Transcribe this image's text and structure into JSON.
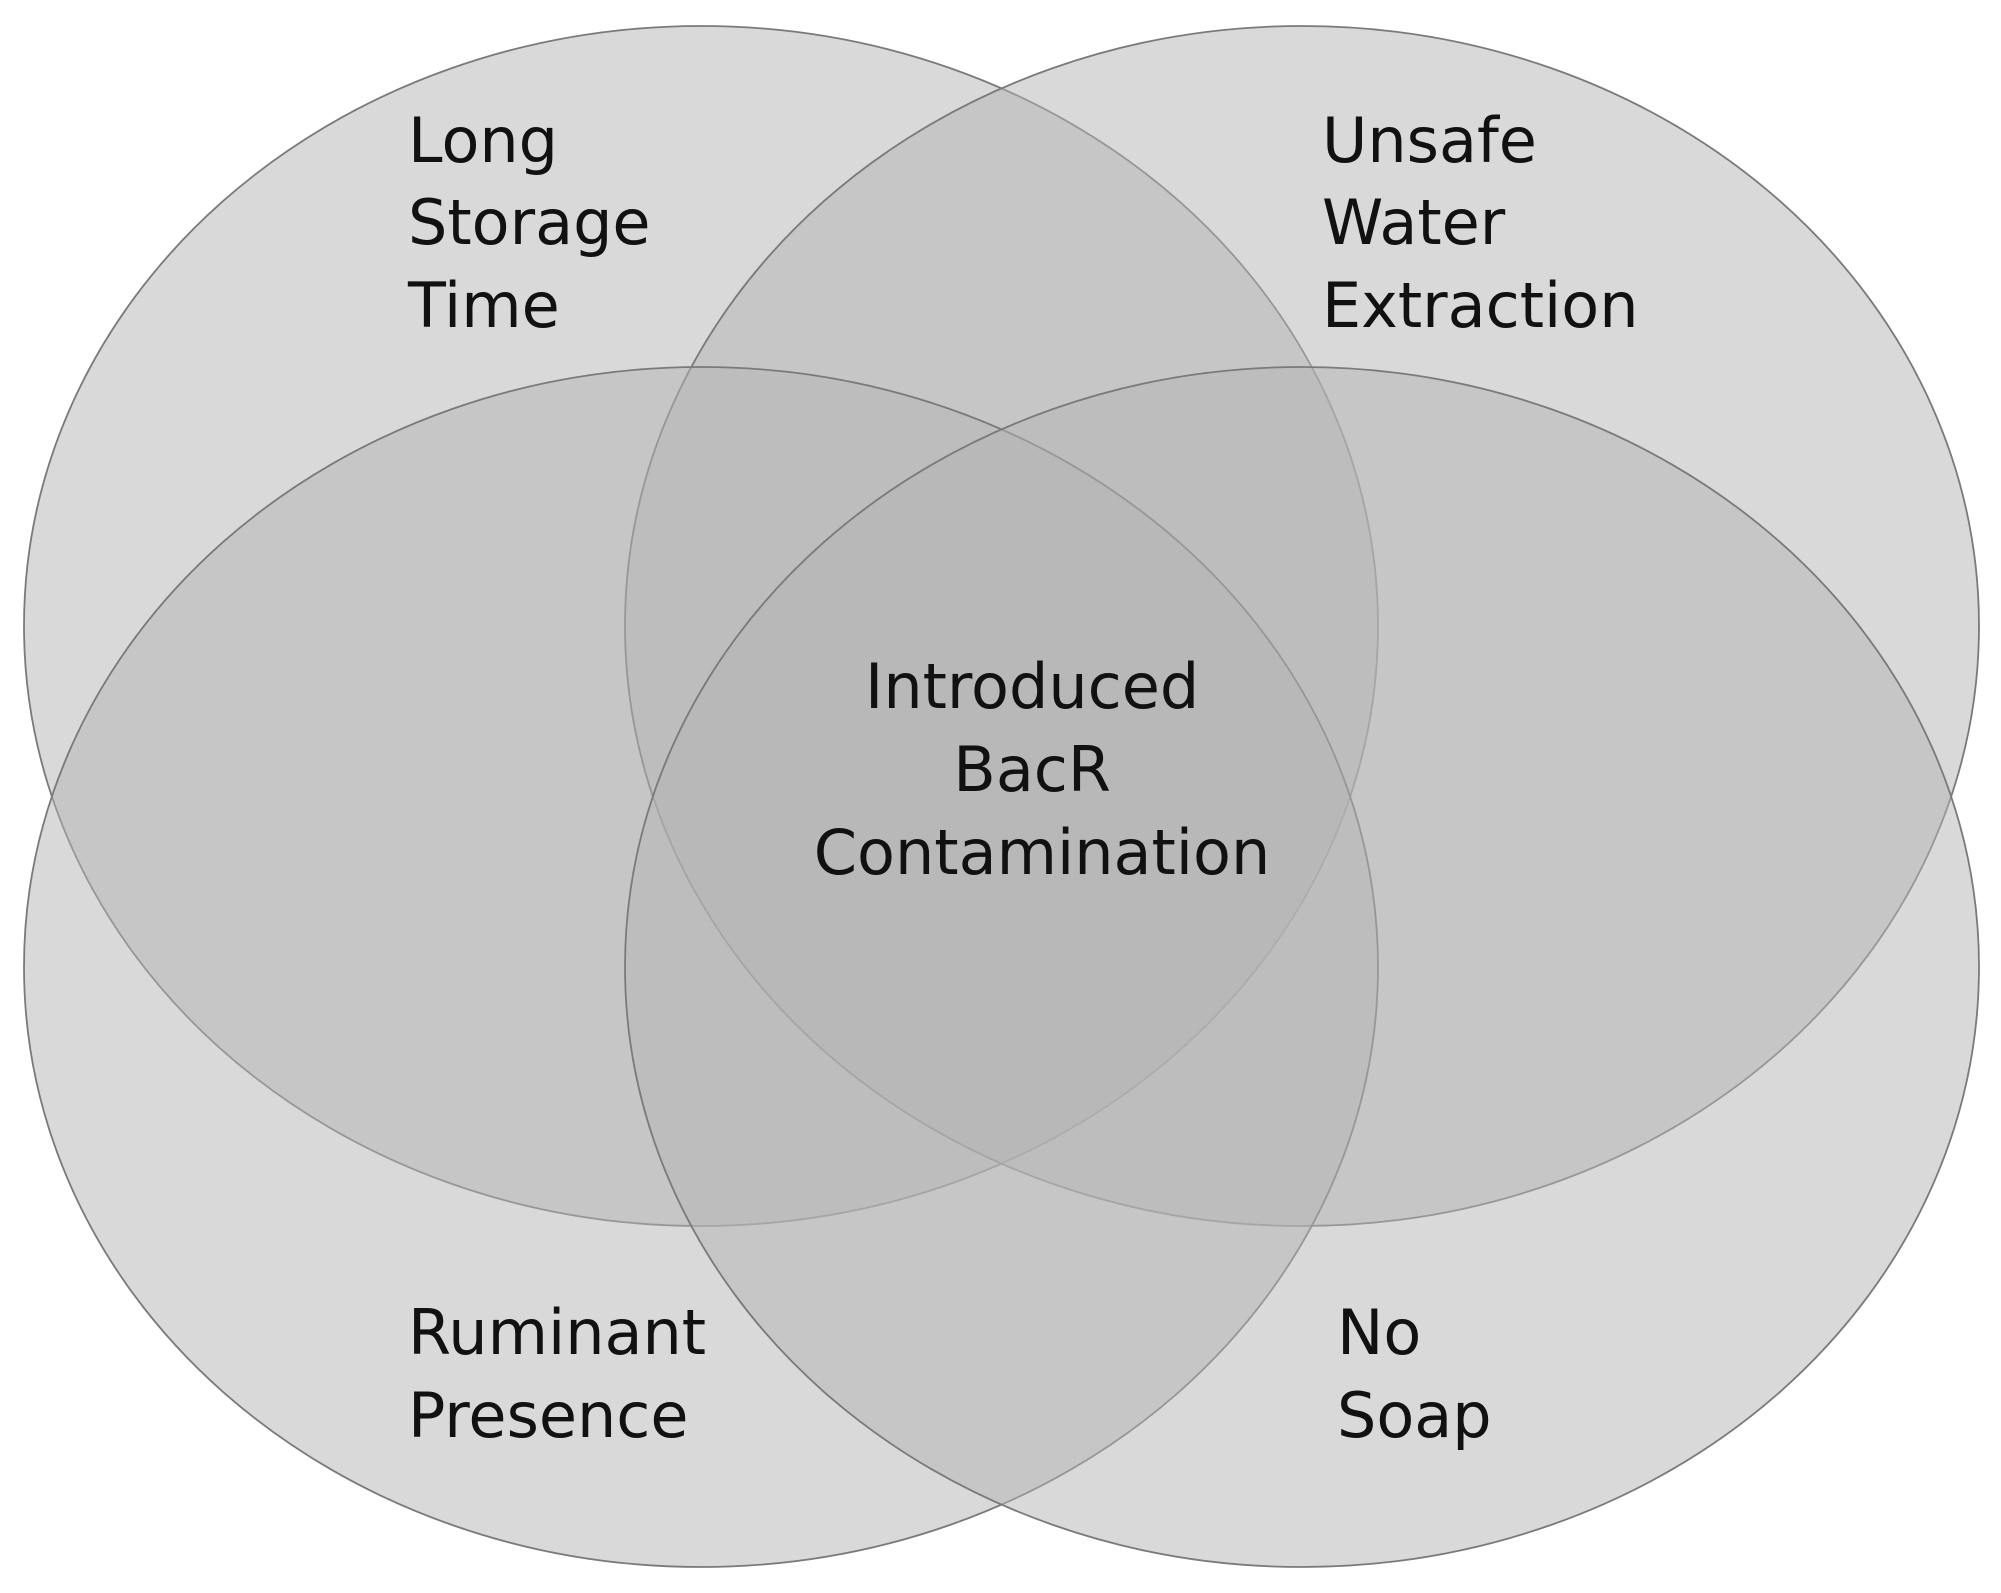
{
  "diagram": {
    "type": "venn",
    "sets": [
      {
        "id": "long-storage-time",
        "lines": [
          "Long",
          "Storage",
          "Time"
        ]
      },
      {
        "id": "unsafe-water-extraction",
        "lines": [
          "Unsafe",
          "Water",
          "Extraction"
        ]
      },
      {
        "id": "ruminant-presence",
        "lines": [
          "Ruminant",
          "Presence"
        ]
      },
      {
        "id": "no-soap",
        "lines": [
          "No",
          "Soap"
        ]
      }
    ],
    "intersection": {
      "lines": [
        "Introduced",
        "BacR",
        "Contamination"
      ]
    },
    "colors": {
      "ellipse_fill": "#b4b4b4",
      "ellipse_stroke": "#7a7a7a",
      "text": "#111111"
    }
  }
}
